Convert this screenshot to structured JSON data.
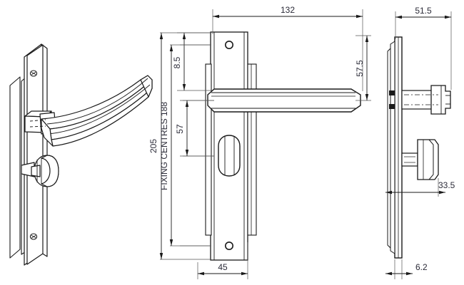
{
  "drawing": {
    "title": "Door handle lever on backplate with thumbturn - technical drawing",
    "units": "mm",
    "line_color": "#1a1a1a",
    "dimension_text_color": "#2b2b38"
  },
  "views": {
    "isometric": {
      "name": "isometric-view",
      "label": ""
    },
    "front": {
      "name": "front-elevation-view",
      "label": ""
    },
    "side": {
      "name": "side-elevation-view",
      "label": ""
    }
  },
  "dimensions": {
    "width_132": "132",
    "offset_8_5": "8.5",
    "overall_205": "205",
    "fixing_centres_188": "FIXING CENTRES 188",
    "spindle_to_turn_57": "57",
    "lever_projection_57_5": "57.5",
    "plate_width_45": "45",
    "side_depth_51_5": "51.5",
    "turn_projection_33_5": "33.5",
    "plate_thickness_6_2": "6.2"
  }
}
